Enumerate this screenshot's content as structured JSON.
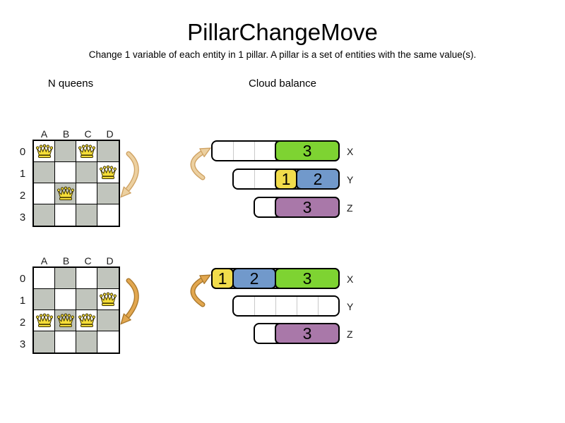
{
  "title": "PillarChangeMove",
  "subtitle": "Change 1 variable of each entity in 1 pillar. A pillar is a set of entities with the same value(s).",
  "colors": {
    "board_dark_cell": "#c1c5bd",
    "queen_fill": "#f6de39",
    "queen_outline": "#3a3000",
    "green": "#7ed332",
    "yellow": "#f1dc4b",
    "blue": "#7199cb",
    "purple": "#a978a9",
    "arrow_light_fill": "#ecd0a0",
    "arrow_light_outline": "#cfa263",
    "arrow_dark_fill": "#e2a74f",
    "arrow_dark_outline": "#aa782c"
  },
  "nqueens": {
    "heading": "N queens",
    "column_labels": [
      "A",
      "B",
      "C",
      "D"
    ],
    "row_labels": [
      "0",
      "1",
      "2",
      "3"
    ],
    "boards": [
      {
        "id": "before",
        "queens": [
          {
            "col": 0,
            "row": 0
          },
          {
            "col": 2,
            "row": 0
          },
          {
            "col": 3,
            "row": 1
          },
          {
            "col": 1,
            "row": 2
          }
        ]
      },
      {
        "id": "after",
        "queens": [
          {
            "col": 3,
            "row": 1
          },
          {
            "col": 0,
            "row": 2
          },
          {
            "col": 1,
            "row": 2
          },
          {
            "col": 2,
            "row": 2
          }
        ]
      }
    ]
  },
  "cloud_balance": {
    "heading": "Cloud balance",
    "states": [
      {
        "id": "before",
        "computers": [
          {
            "label": "X",
            "capacity": 6,
            "blocks": [
              {
                "value": "3",
                "size": 3,
                "start": 3,
                "color_key": "green"
              }
            ]
          },
          {
            "label": "Y",
            "capacity": 5,
            "blocks": [
              {
                "value": "1",
                "size": 1,
                "start": 2,
                "color_key": "yellow"
              },
              {
                "value": "2",
                "size": 2,
                "start": 3,
                "color_key": "blue"
              }
            ]
          },
          {
            "label": "Z",
            "capacity": 4,
            "blocks": [
              {
                "value": "3",
                "size": 3,
                "start": 1,
                "color_key": "purple"
              }
            ]
          }
        ]
      },
      {
        "id": "after",
        "computers": [
          {
            "label": "X",
            "capacity": 6,
            "blocks": [
              {
                "value": "1",
                "size": 1,
                "start": 0,
                "color_key": "yellow"
              },
              {
                "value": "2",
                "size": 2,
                "start": 1,
                "color_key": "blue"
              },
              {
                "value": "3",
                "size": 3,
                "start": 3,
                "color_key": "green"
              }
            ]
          },
          {
            "label": "Y",
            "capacity": 5,
            "blocks": []
          },
          {
            "label": "Z",
            "capacity": 4,
            "blocks": [
              {
                "value": "3",
                "size": 3,
                "start": 1,
                "color_key": "purple"
              }
            ]
          }
        ]
      }
    ]
  }
}
